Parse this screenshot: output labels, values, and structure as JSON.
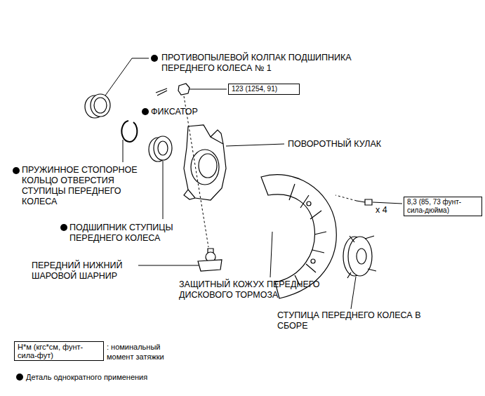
{
  "diagram": {
    "nodes": [
      {
        "text": [
          "123 (1254, 91)"
        ]
      },
      {
        "text": [
          "8,3 (85, 73 фунт-сила-дюйма)"
        ]
      },
      {
        "text": [
          "Н*м (кгс*см, фунт-сила-фут)"
        ]
      }
    ],
    "edges": [],
    "labels": [
      "ПРОТИВОПЫЛЕВОЙ КОЛПАК ПОДШИПНИКА ПЕРЕДНЕГО КОЛЕСА № 1",
      "ФИКСАТОР",
      "ПОВОРОТНЫЙ КУЛАК",
      "ПРУЖИННОЕ СТОПОРНОЕ КОЛЬЦО ОТВЕРСТИЯ СТУПИЦЫ ПЕРЕДНЕГО КОЛЕСА",
      "x 4",
      "ПОДШИПНИК СТУПИЦЫ ПЕРЕДНЕГО КОЛЕСА",
      "ПЕРЕДНИЙ НИЖНИЙ ШАРОВОЙ ШАРНИР",
      "ЗАЩИТНЫЙ КОЖУХ ПЕРЕДНЕГО ДИСКОВОГО ТОРМОЗА",
      "СТУПИЦА ПЕРЕДНЕГО КОЛЕСА В СБОРЕ"
    ],
    "legend": [
      {
        "text": ": номинальный момент затяжки"
      },
      {
        "text": "Деталь однократного применения"
      }
    ]
  }
}
